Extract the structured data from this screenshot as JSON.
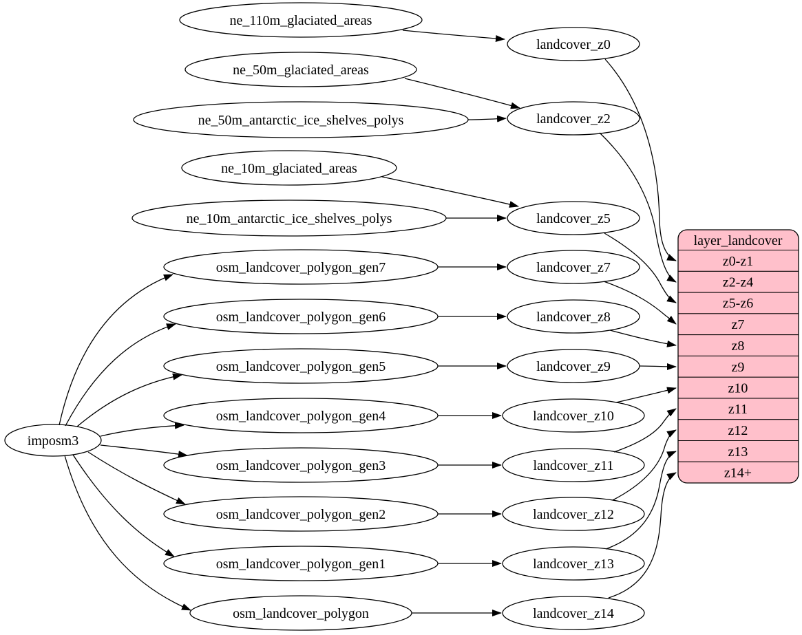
{
  "colors": {
    "background": "#ffffff",
    "node_fill": "#ffffff",
    "node_stroke": "#000000",
    "edge": "#000000",
    "table_fill": "#ffc0cb"
  },
  "nodes": {
    "imposm3": "imposm3",
    "ne_110m_glaciated_areas": "ne_110m_glaciated_areas",
    "ne_50m_glaciated_areas": "ne_50m_glaciated_areas",
    "ne_50m_antarctic_ice_shelves_polys": "ne_50m_antarctic_ice_shelves_polys",
    "ne_10m_glaciated_areas": "ne_10m_glaciated_areas",
    "ne_10m_antarctic_ice_shelves_polys": "ne_10m_antarctic_ice_shelves_polys",
    "osm_landcover_polygon_gen7": "osm_landcover_polygon_gen7",
    "osm_landcover_polygon_gen6": "osm_landcover_polygon_gen6",
    "osm_landcover_polygon_gen5": "osm_landcover_polygon_gen5",
    "osm_landcover_polygon_gen4": "osm_landcover_polygon_gen4",
    "osm_landcover_polygon_gen3": "osm_landcover_polygon_gen3",
    "osm_landcover_polygon_gen2": "osm_landcover_polygon_gen2",
    "osm_landcover_polygon_gen1": "osm_landcover_polygon_gen1",
    "osm_landcover_polygon": "osm_landcover_polygon",
    "landcover_z0": "landcover_z0",
    "landcover_z2": "landcover_z2",
    "landcover_z5": "landcover_z5",
    "landcover_z7": "landcover_z7",
    "landcover_z8": "landcover_z8",
    "landcover_z9": "landcover_z9",
    "landcover_z10": "landcover_z10",
    "landcover_z11": "landcover_z11",
    "landcover_z12": "landcover_z12",
    "landcover_z13": "landcover_z13",
    "landcover_z14": "landcover_z14"
  },
  "table": {
    "title": "layer_landcover",
    "rows": [
      "z0-z1",
      "z2-z4",
      "z5-z6",
      "z7",
      "z8",
      "z9",
      "z10",
      "z11",
      "z12",
      "z13",
      "z14+"
    ]
  },
  "edges": [
    {
      "from": "imposm3",
      "to": "osm_landcover_polygon_gen7"
    },
    {
      "from": "imposm3",
      "to": "osm_landcover_polygon_gen6"
    },
    {
      "from": "imposm3",
      "to": "osm_landcover_polygon_gen5"
    },
    {
      "from": "imposm3",
      "to": "osm_landcover_polygon_gen4"
    },
    {
      "from": "imposm3",
      "to": "osm_landcover_polygon_gen3"
    },
    {
      "from": "imposm3",
      "to": "osm_landcover_polygon_gen2"
    },
    {
      "from": "imposm3",
      "to": "osm_landcover_polygon_gen1"
    },
    {
      "from": "imposm3",
      "to": "osm_landcover_polygon"
    },
    {
      "from": "ne_110m_glaciated_areas",
      "to": "landcover_z0"
    },
    {
      "from": "ne_50m_glaciated_areas",
      "to": "landcover_z2"
    },
    {
      "from": "ne_50m_antarctic_ice_shelves_polys",
      "to": "landcover_z2"
    },
    {
      "from": "ne_10m_glaciated_areas",
      "to": "landcover_z5"
    },
    {
      "from": "ne_10m_antarctic_ice_shelves_polys",
      "to": "landcover_z5"
    },
    {
      "from": "osm_landcover_polygon_gen7",
      "to": "landcover_z7"
    },
    {
      "from": "osm_landcover_polygon_gen6",
      "to": "landcover_z8"
    },
    {
      "from": "osm_landcover_polygon_gen5",
      "to": "landcover_z9"
    },
    {
      "from": "osm_landcover_polygon_gen4",
      "to": "landcover_z10"
    },
    {
      "from": "osm_landcover_polygon_gen3",
      "to": "landcover_z11"
    },
    {
      "from": "osm_landcover_polygon_gen2",
      "to": "landcover_z12"
    },
    {
      "from": "osm_landcover_polygon_gen1",
      "to": "landcover_z13"
    },
    {
      "from": "osm_landcover_polygon",
      "to": "landcover_z14"
    },
    {
      "from": "landcover_z0",
      "to": "layer_landcover.z0-z1"
    },
    {
      "from": "landcover_z2",
      "to": "layer_landcover.z2-z4"
    },
    {
      "from": "landcover_z5",
      "to": "layer_landcover.z5-z6"
    },
    {
      "from": "landcover_z7",
      "to": "layer_landcover.z7"
    },
    {
      "from": "landcover_z8",
      "to": "layer_landcover.z8"
    },
    {
      "from": "landcover_z9",
      "to": "layer_landcover.z9"
    },
    {
      "from": "landcover_z10",
      "to": "layer_landcover.z10"
    },
    {
      "from": "landcover_z11",
      "to": "layer_landcover.z11"
    },
    {
      "from": "landcover_z12",
      "to": "layer_landcover.z12"
    },
    {
      "from": "landcover_z13",
      "to": "layer_landcover.z13"
    },
    {
      "from": "landcover_z14",
      "to": "layer_landcover.z14+"
    }
  ]
}
